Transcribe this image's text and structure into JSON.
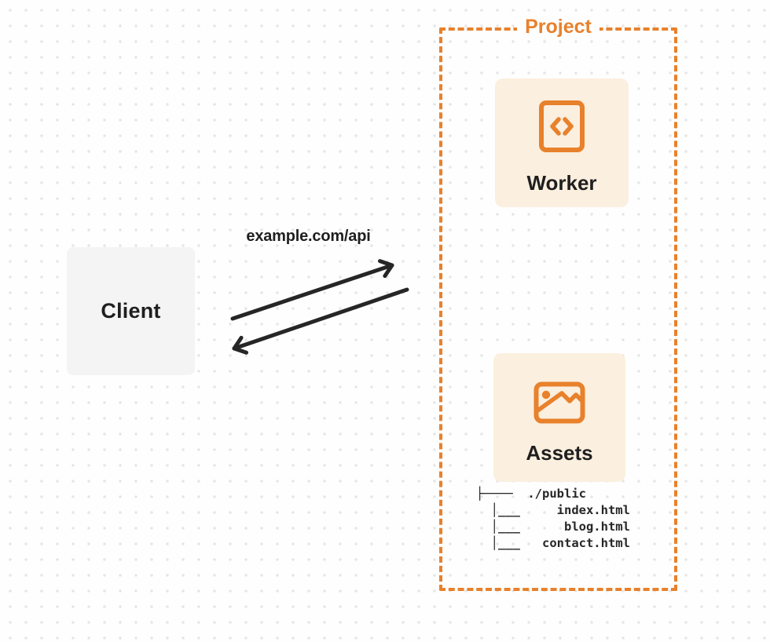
{
  "page": {
    "background": "#FEFEFE",
    "dot_color": "#E6E6E6"
  },
  "colors": {
    "accent_orange": "#E8812C",
    "card_cream": "#FBEFDF",
    "client_gray": "#F4F4F5",
    "ink": "#1F1F1F"
  },
  "client_node": {
    "label": "Client"
  },
  "connection": {
    "url_label": "example.com/api",
    "request_arrow": "client-to-project",
    "response_arrow": "project-to-client"
  },
  "project": {
    "label": "Project",
    "worker_node": {
      "label": "Worker",
      "icon": "code-document-icon"
    },
    "assets_node": {
      "label": "Assets",
      "icon": "image-icon",
      "file_tree_lines": [
        "├────  ./public",
        "  │___     index.html",
        "  │___      blog.html",
        "  │___   contact.html"
      ]
    }
  }
}
